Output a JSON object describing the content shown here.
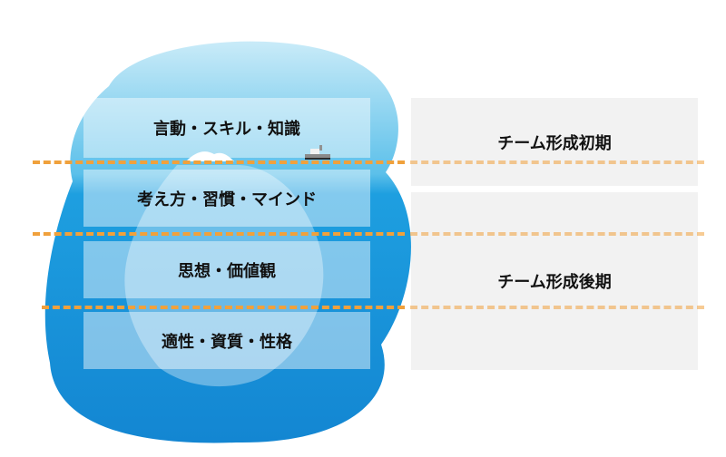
{
  "layers": [
    {
      "label": "言動・スキル・知識"
    },
    {
      "label": "考え方・習慣・マインド"
    },
    {
      "label": "思想・価値観"
    },
    {
      "label": "適性・資質・性格"
    }
  ],
  "phases": [
    {
      "label": "チーム形成初期"
    },
    {
      "label": "チーム形成後期"
    }
  ],
  "colors": {
    "sea_light": "#bfe6f7",
    "sea_deep": "#1b9be0",
    "dash": "#f0a13c",
    "phase_bg": "#f2f2f2"
  }
}
